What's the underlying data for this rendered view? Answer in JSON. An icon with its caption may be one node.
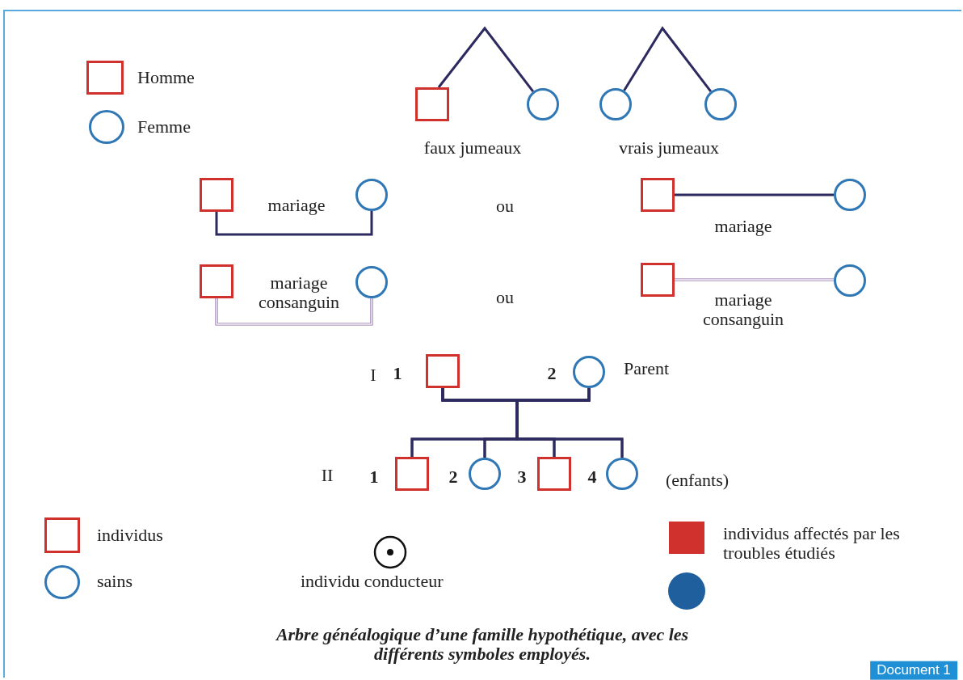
{
  "diagram": {
    "caption": "Arbre généalogique d’une famille hypothétique, avec les différents symboles employés.",
    "nodes": [
      {
        "text": [],
        "shape": "box"
      },
      {
        "text": [],
        "shape": "circle"
      },
      {
        "text": [],
        "shape": "circle"
      },
      {
        "text": [],
        "shape": "circle"
      },
      {
        "text": [],
        "shape": "box"
      },
      {
        "text": [],
        "shape": "circle"
      },
      {
        "text": [],
        "shape": "box"
      },
      {
        "text": [],
        "shape": "circle"
      },
      {
        "text": [],
        "shape": "box"
      },
      {
        "text": [],
        "shape": "circle"
      },
      {
        "text": [],
        "shape": "box"
      },
      {
        "text": [],
        "shape": "circle"
      },
      {
        "text": [],
        "shape": "box",
        "beside": [
          "1"
        ]
      },
      {
        "text": [],
        "shape": "circle",
        "beside": [
          "2",
          "Parent"
        ]
      },
      {
        "text": [],
        "shape": "box",
        "beside": [
          "1"
        ]
      },
      {
        "text": [],
        "shape": "circle",
        "beside": [
          "2"
        ]
      },
      {
        "text": [],
        "shape": "box",
        "beside": [
          "3"
        ]
      },
      {
        "text": [],
        "shape": "circle",
        "beside": [
          "4"
        ]
      }
    ],
    "edges": [
      {
        "from": 0,
        "to": 1,
        "arrow": "none"
      },
      {
        "from": 2,
        "to": 3,
        "arrow": "none"
      },
      {
        "from": 4,
        "to": 5,
        "arrow": "none",
        "label": "mariage"
      },
      {
        "from": 6,
        "to": 7,
        "arrow": "none",
        "label": "mariage consanguin",
        "color": "#8a6aa6"
      },
      {
        "from": 8,
        "to": 9,
        "arrow": "none",
        "label": "mariage"
      },
      {
        "from": 10,
        "to": 11,
        "arrow": "none",
        "label": "mariage consanguin",
        "color": "#8a6aa6"
      },
      {
        "from": 12,
        "to": 13,
        "arrow": "none"
      },
      {
        "from": 12,
        "to": 14,
        "arrow": "none"
      },
      {
        "from": 12,
        "to": 15,
        "arrow": "none"
      },
      {
        "from": 12,
        "to": 16,
        "arrow": "none"
      },
      {
        "from": 12,
        "to": 17,
        "arrow": "none"
      },
      {
        "from": 13,
        "to": 14,
        "arrow": "none"
      },
      {
        "from": 13,
        "to": 15,
        "arrow": "none"
      },
      {
        "from": 13,
        "to": 16,
        "arrow": "none"
      },
      {
        "from": 13,
        "to": 17,
        "arrow": "none"
      }
    ],
    "labels": [
      "faux jumeaux",
      "vrais jumeaux",
      "ou",
      "ou",
      "I",
      "II",
      "(enfants)",
      "Document 1"
    ],
    "legend": [
      {
        "text": "Homme"
      },
      {
        "text": "Femme"
      },
      {
        "text": "individus"
      },
      {
        "text": "sains"
      },
      {
        "text": "individu conducteur"
      },
      {
        "text": "individus affectés par les troubles étudiés"
      }
    ]
  }
}
